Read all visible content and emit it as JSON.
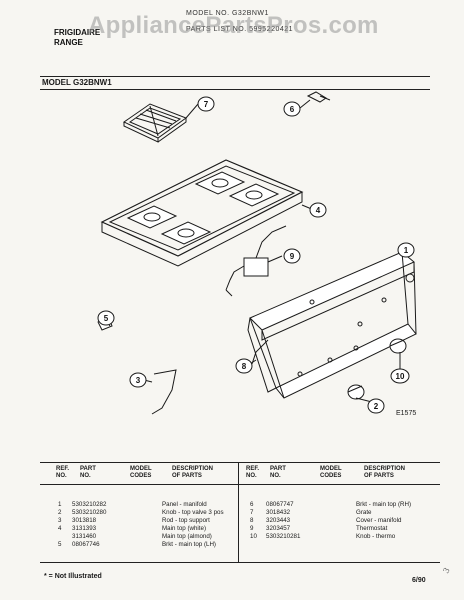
{
  "header": {
    "model_no_line": "MODEL NO. G32BNW1",
    "parts_list_line": "PARTS LIST NO. 5995220421",
    "brand": "FRIGIDAIRE",
    "product": "RANGE",
    "watermark": "AppliancePartsPros.com",
    "model_title": "MODEL G32BNW1"
  },
  "diagram": {
    "figure_code": "E1575",
    "callouts": [
      "1",
      "2",
      "3",
      "4",
      "5",
      "6",
      "7",
      "8",
      "9",
      "10"
    ]
  },
  "table": {
    "headers": {
      "ref_no": "REF.\nNO.",
      "part_no": "PART\nNO.",
      "model_codes": "MODEL\nCODES",
      "description": "DESCRIPTION\nOF PARTS"
    },
    "left_rows": [
      {
        "ref": "1",
        "part": "5303210282",
        "desc": "Panel - manifold"
      },
      {
        "ref": "2",
        "part": "5303210280",
        "desc": "Knob - top valve 3 pos"
      },
      {
        "ref": "3",
        "part": "3013818",
        "desc": "Rod - top support"
      },
      {
        "ref": "4",
        "part": "3131393",
        "desc": "Main top (white)"
      },
      {
        "ref": "",
        "part": "3131460",
        "desc": "Main top (almond)"
      },
      {
        "ref": "5",
        "part": "08067746",
        "desc": "Brkt - main top (LH)"
      }
    ],
    "right_rows": [
      {
        "ref": "6",
        "part": "08067747",
        "desc": "Brkt - main top (RH)"
      },
      {
        "ref": "7",
        "part": "3018432",
        "desc": "Grate"
      },
      {
        "ref": "8",
        "part": "3203443",
        "desc": "Cover - manifold"
      },
      {
        "ref": "9",
        "part": "3203457",
        "desc": "Thermostat"
      },
      {
        "ref": "10",
        "part": "5303210281",
        "desc": "Knob - thermo"
      }
    ]
  },
  "footer": {
    "note": "* = Not Illustrated",
    "date": "6/90",
    "handwritten": "3"
  }
}
